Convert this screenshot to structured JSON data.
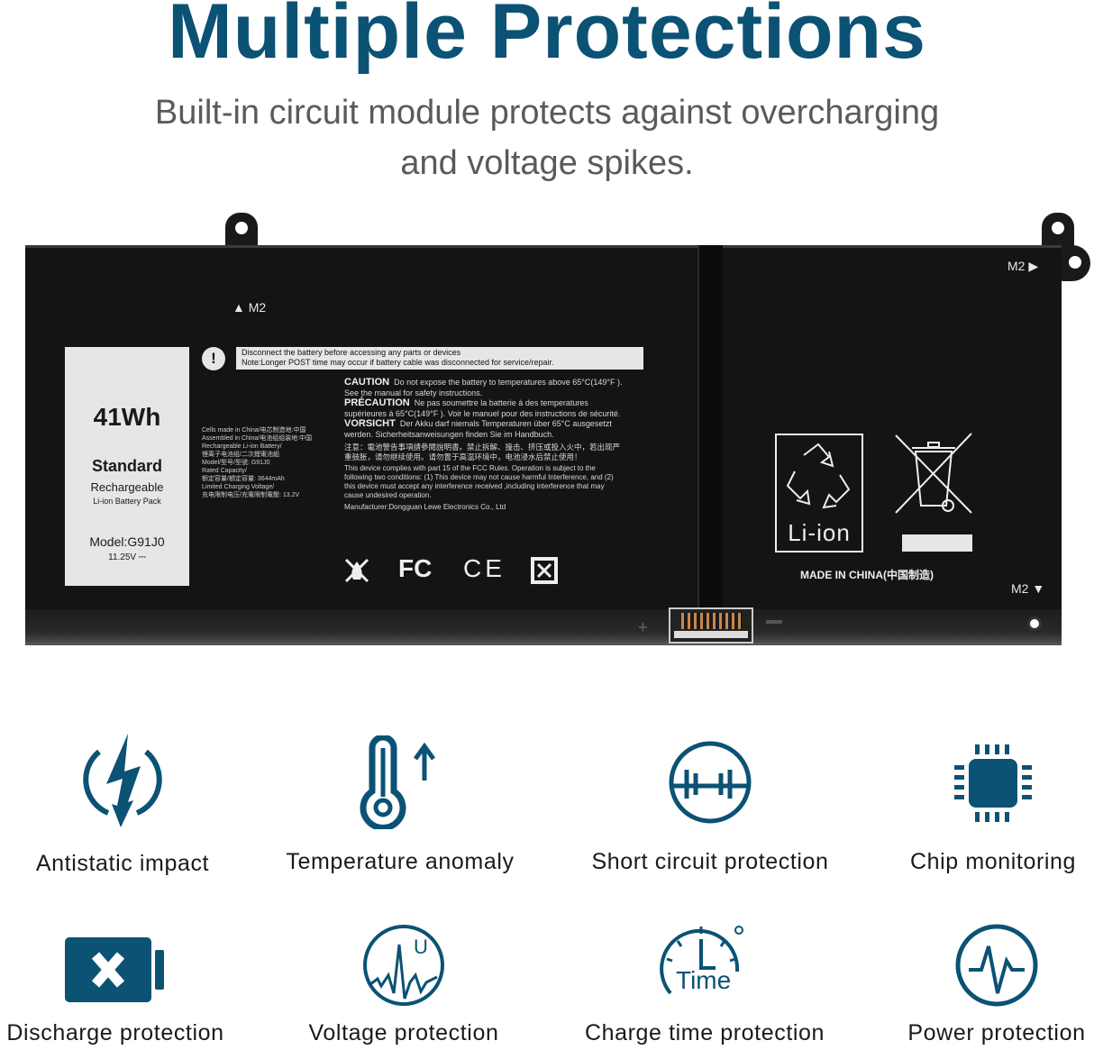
{
  "header": {
    "title": "Multiple Protections",
    "subtitle_line1": "Built-in circuit module protects against overcharging",
    "subtitle_line2": "and voltage spikes."
  },
  "colors": {
    "brand": "#0b5274",
    "subtitle": "#5a5a5a",
    "battery_body": "#141414",
    "label_bg": "#e6e6e6"
  },
  "battery": {
    "markers": {
      "top_left": "▲ M2",
      "top_right": "M2 ▶",
      "bottom_right": "M2 ▼"
    },
    "spec_label": {
      "capacity": "41Wh",
      "type": "Standard",
      "line1": "Rechargeable",
      "line2": "Li-ion Battery Pack",
      "model": "Model:G91J0",
      "voltage": "11.25V ⎓"
    },
    "warning": {
      "icon": "!",
      "line1": "Disconnect the battery before accessing any parts or devices",
      "line2": "Note:Longer POST time may occur if battery cable was disconnected for service/repair."
    },
    "cells_info": [
      "Cells made in China/电芯制造地:中国",
      "Assembled in China/电池组组装地:中国",
      "Rechargeable Li-ion Battery/",
      "锂离子电池组/二次鋰電池組",
      "Model/型号/型號: G91J0",
      "Rated Capacity/",
      "额定容量/額定容量: 3644mAh",
      "Limited Charging Voltage/",
      "充电限制电压/充電限制電壓: 13.2V"
    ],
    "caution": {
      "en_head": "CAUTION",
      "en_text": "Do not expose the battery to temperatures above 65°C(149°F ). See the manual for safety instructions.",
      "fr_head": "PRÉCAUTION",
      "fr_text": "Ne pas soumettre la batterie à des temperatures supérieures à 65°C(149°F ). Voir le manuel pour des instructions de sécurité.",
      "de_head": "VORSICHT",
      "de_text": "Der Akku darf niemals Temperaturen über 65°C ausgesetzt werden. Sicherheitsanweisungen finden Sie im Handbuch.",
      "zh_text": "注意：電池警告事項請參閱說明書。禁止拆解、撞击、挤压或投入火中，若出现严重鼓胀，请勿继续使用。请勿置于高温环境中，电池浸水后禁止使用！",
      "fcc_text": "This device complies with part 15 of the FCC Rules. Operation is subject to the following two conditions: (1) This device may not cause harmful Interference, and (2) this device must accept any interference received ,including interference that may cause undesired operation.",
      "manufacturer": "Manufacturer:Dongguan Lewe Electronics Co., Ltd"
    },
    "cert_marks": [
      "no-fire-icon",
      "FC",
      "CE",
      "recycle-cert-icon"
    ],
    "recycle_label": "Li-ion",
    "made_in": "MADE IN CHINA(中国制造)",
    "terminal_plus": "+"
  },
  "features": [
    {
      "label": "Antistatic impact",
      "icon": "lightning-icon"
    },
    {
      "label": "Temperature anomaly",
      "icon": "thermometer-icon"
    },
    {
      "label": "Short circuit protection",
      "icon": "short-circuit-icon"
    },
    {
      "label": "Chip monitoring",
      "icon": "chip-icon"
    },
    {
      "label": "Discharge protection",
      "icon": "battery-x-icon"
    },
    {
      "label": "Voltage protection",
      "icon": "voltage-wave-icon",
      "icon_text": "U"
    },
    {
      "label": "Charge time protection",
      "icon": "clock-time-icon",
      "icon_text": "Time"
    },
    {
      "label": "Power protection",
      "icon": "pulse-icon"
    }
  ]
}
